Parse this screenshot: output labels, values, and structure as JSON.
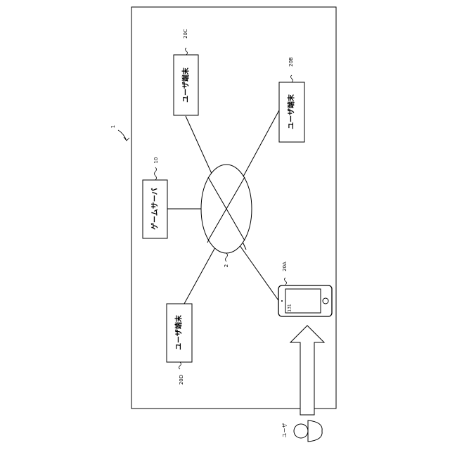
{
  "figure_ref": "1",
  "network_ref": "2",
  "server": {
    "label": "ゲームサーバ",
    "ref": "10"
  },
  "terminals": [
    {
      "id": "20A",
      "ref": "20A",
      "kind": "smartphone"
    },
    {
      "id": "20B",
      "ref": "20B",
      "label": "ユーザ端末"
    },
    {
      "id": "20C",
      "ref": "20C",
      "label": "ユーザ端末"
    },
    {
      "id": "20D",
      "ref": "20D",
      "label": "ユーザ端末"
    }
  ],
  "phone_screen_ref": "131",
  "user_label": "ユーザ"
}
